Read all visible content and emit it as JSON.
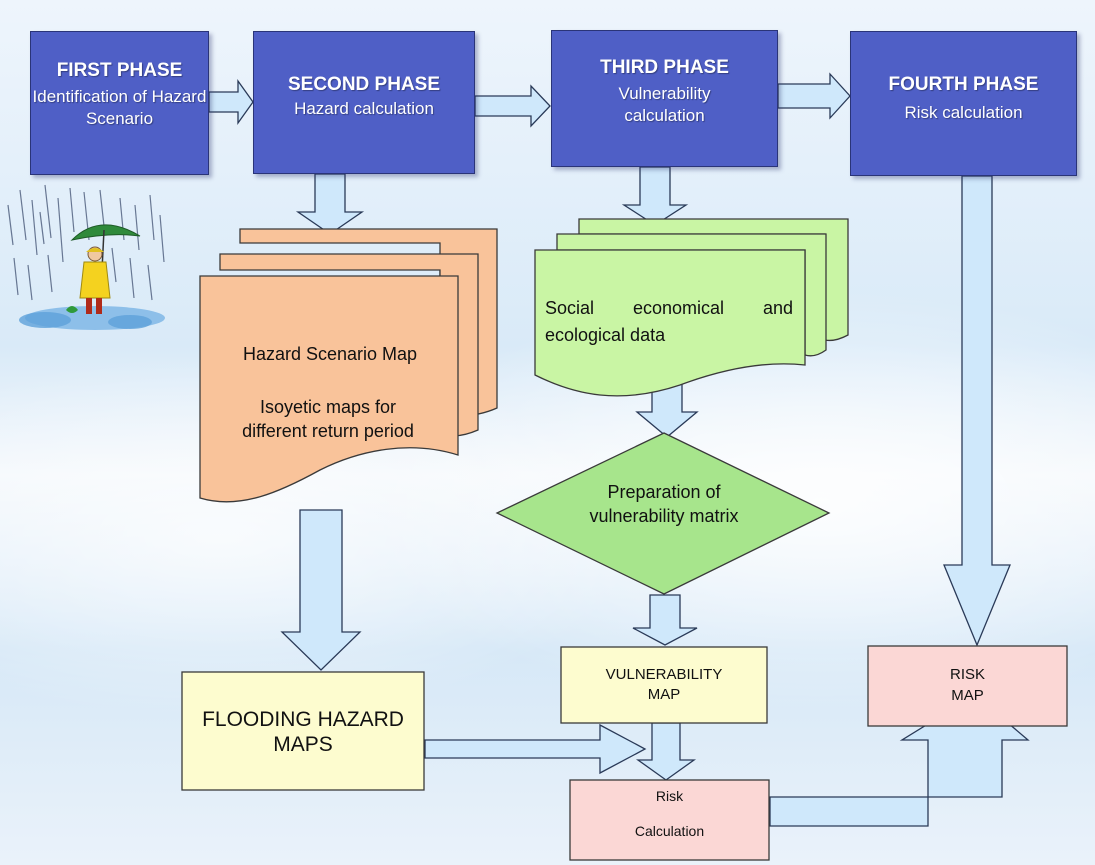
{
  "phases": [
    {
      "title": "FIRST PHASE",
      "desc": "Identification of Hazard Scenario"
    },
    {
      "title": "SECOND PHASE",
      "desc": "Hazard calculation"
    },
    {
      "title": "THIRD PHASE",
      "desc": "Vulnerability calculation"
    },
    {
      "title": "FOURTH PHASE",
      "desc": "Risk calculation"
    }
  ],
  "hazard_doc": {
    "line1": "Hazard Scenario Map",
    "line2": "Isoyetic maps for different return period"
  },
  "social_doc": {
    "text": "Social economical and ecological data"
  },
  "vulnerability_matrix": "Preparation of vulnerability matrix",
  "flooding_maps": "FLOODING HAZARD MAPS",
  "vulnerability_map": "VULNERABILITY MAP",
  "risk_map": "RISK MAP",
  "risk_calc": {
    "line1": "Risk",
    "line2": "Calculation"
  },
  "colors": {
    "phase_fill": "#4f5fc6",
    "hazard_doc": "#f9c39a",
    "social_doc": "#c9f5a4",
    "diamond": "#a7e58c",
    "yellow_box": "#fdfccf",
    "pink_box": "#fbd7d5",
    "arrow_fill": "#cfe8fb",
    "arrow_stroke": "#2a3a58"
  },
  "icons": [
    "rain-person-umbrella-icon"
  ]
}
